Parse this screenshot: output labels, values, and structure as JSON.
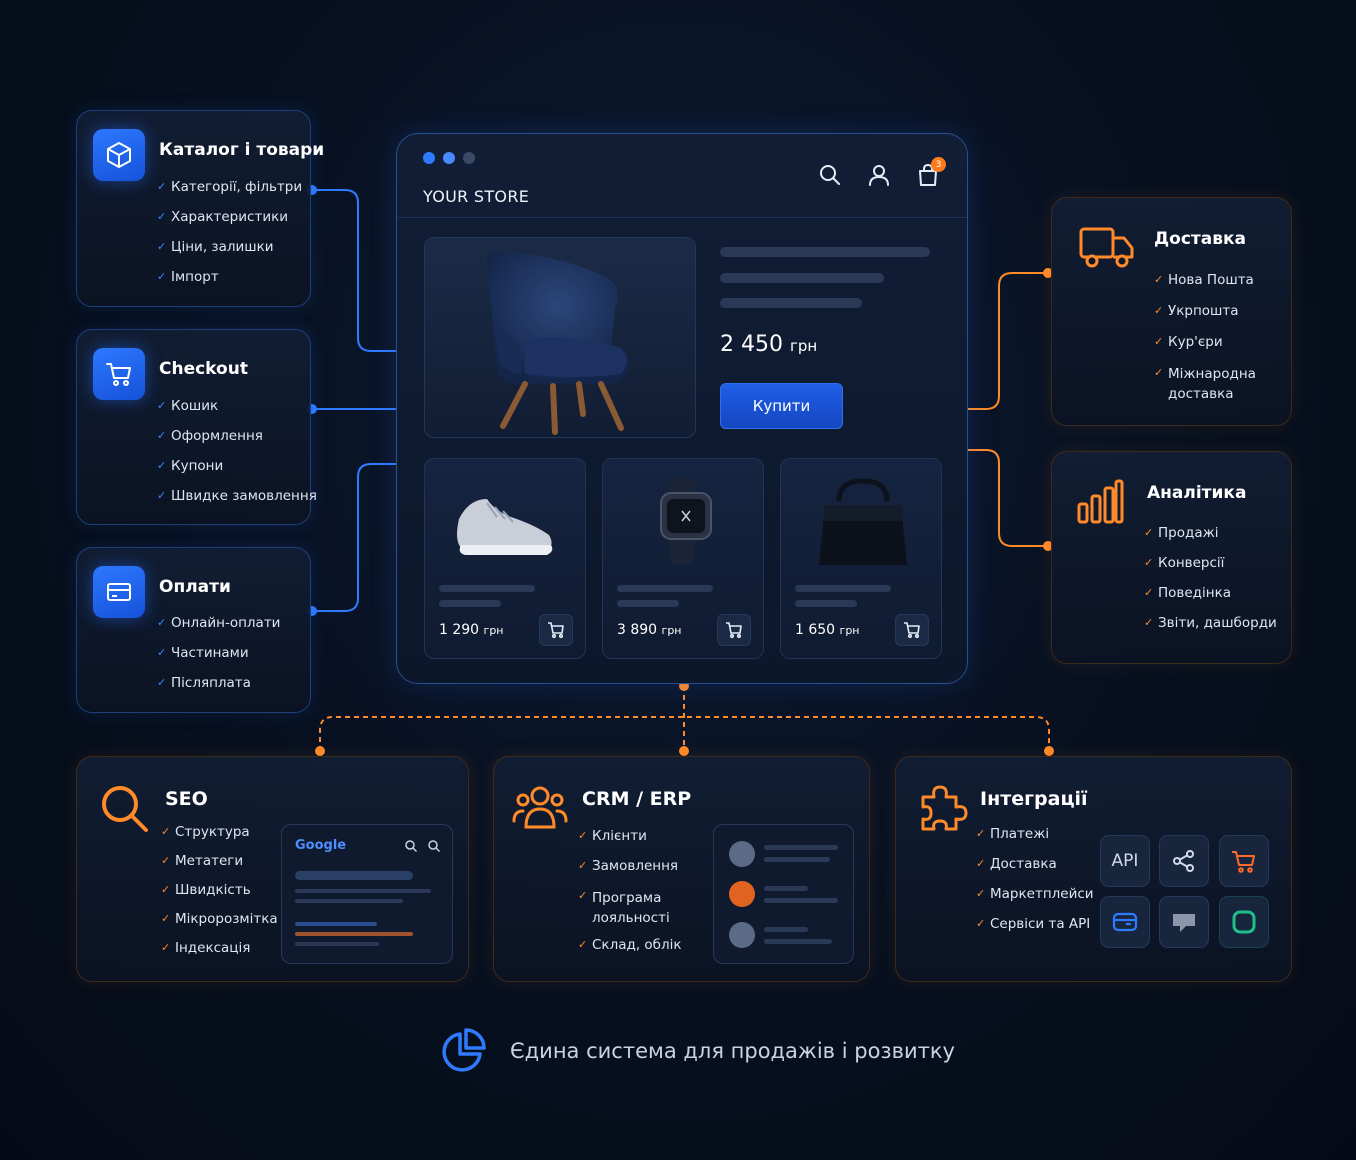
{
  "store": {
    "brand": "YOUR STORE",
    "cart_count": "3",
    "hero": {
      "price": "2 450",
      "currency": "грн",
      "buy_label": "Купити"
    },
    "products": [
      {
        "name": "sneaker",
        "price": "1 290",
        "currency": "грн"
      },
      {
        "name": "smartwatch",
        "price": "3 890",
        "currency": "грн"
      },
      {
        "name": "handbag",
        "price": "1 650",
        "currency": "грн"
      }
    ]
  },
  "left_cards": [
    {
      "title": "Каталог і товари",
      "icon": "box-icon",
      "items": [
        "Категорії, фільтри",
        "Характеристики",
        "Ціни, залишки",
        "Імпорт"
      ]
    },
    {
      "title": "Checkout",
      "icon": "cart-icon",
      "items": [
        "Кошик",
        "Оформлення",
        "Купони",
        "Швидке замовлення"
      ]
    },
    {
      "title": "Оплати",
      "icon": "credit-card-icon",
      "items": [
        "Онлайн-оплати",
        "Частинами",
        "Післяплата"
      ]
    }
  ],
  "right_cards": [
    {
      "title": "Доставка",
      "icon": "truck-icon",
      "items": [
        "Нова Пошта",
        "Укрпошта",
        "Кур'єри",
        "Міжнародна доставка"
      ]
    },
    {
      "title": "Аналітика",
      "icon": "bar-chart-icon",
      "items": [
        "Продажі",
        "Конверсії",
        "Поведінка",
        "Звіти, дашборди"
      ]
    }
  ],
  "bottom_cards": [
    {
      "title": "SEO",
      "icon": "search-icon",
      "items": [
        "Структура",
        "Метатеги",
        "Швидкість",
        "Мікророзмітка",
        "Індексація"
      ],
      "search_brand": "Google"
    },
    {
      "title": "CRM / ERP",
      "icon": "users-icon",
      "items": [
        "Клієнти",
        "Замовлення",
        "Програма лояльності",
        "Склад, облік"
      ]
    },
    {
      "title": "Інтеграції",
      "icon": "puzzle-icon",
      "items": [
        "Платежі",
        "Доставка",
        "Маркетплейси",
        "Сервіси та API"
      ],
      "tiles": [
        "API",
        "share-icon",
        "cart-icon",
        "card-icon",
        "chat-icon",
        "square-icon"
      ]
    }
  ],
  "footer": {
    "text": "Єдина система для продажів і розвитку",
    "icon": "pie-chart-icon"
  },
  "colors": {
    "blue": "#2f7bff",
    "orange": "#ff8a2a",
    "green": "#1fbf8a",
    "background": "#07101f"
  }
}
